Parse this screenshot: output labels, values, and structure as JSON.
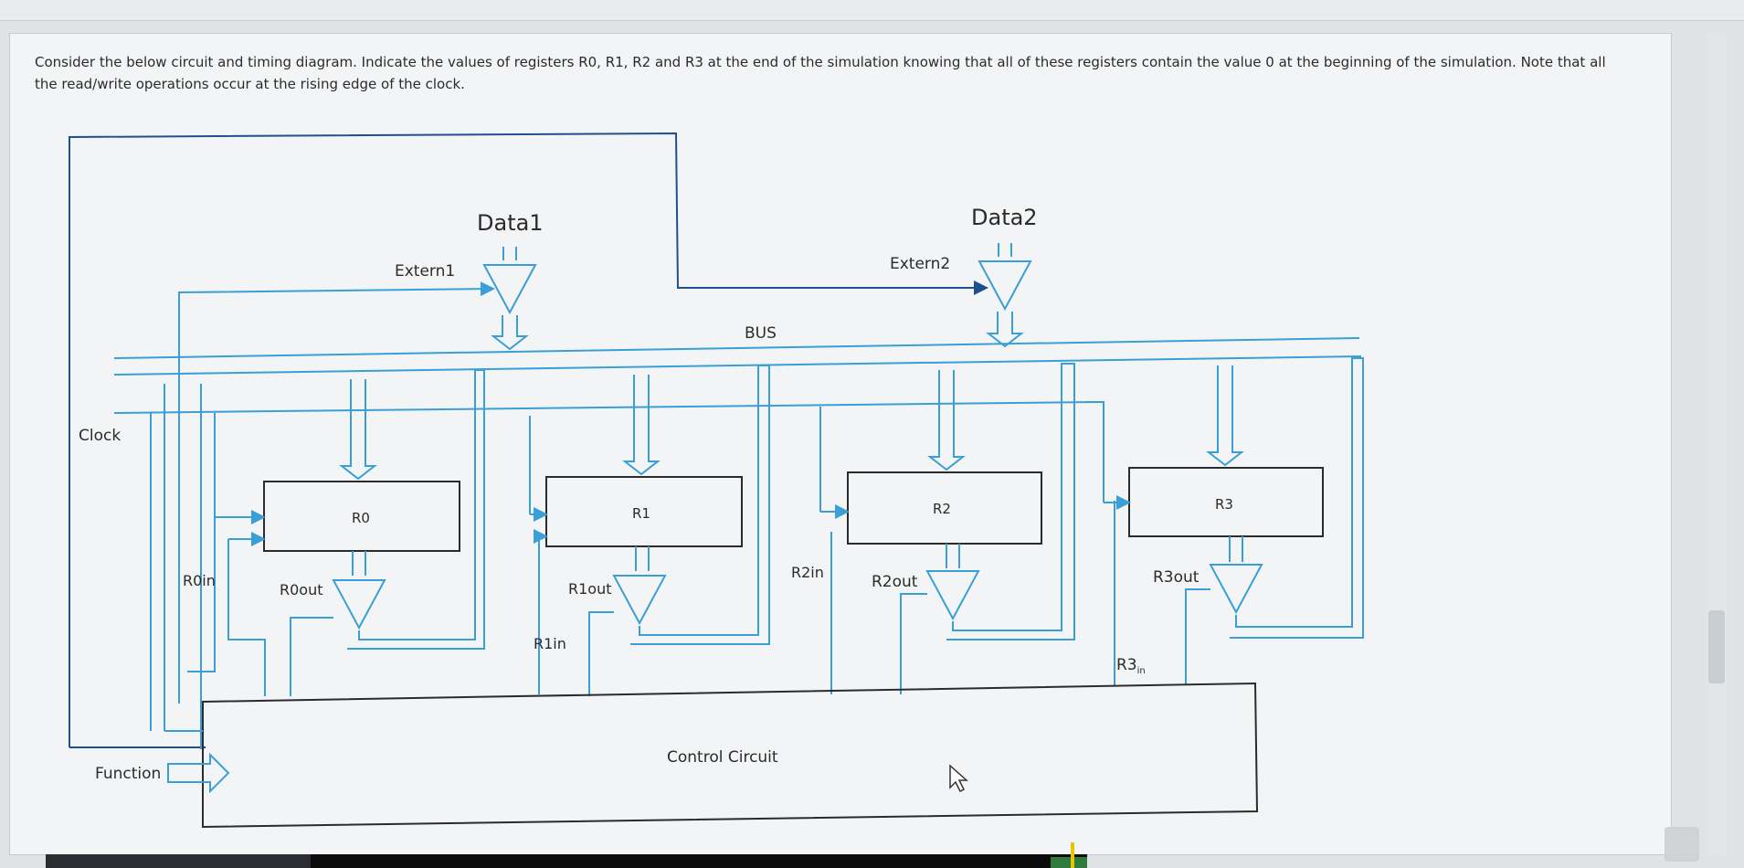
{
  "question": "Consider the below circuit and timing diagram. Indicate the values of registers R0, R1, R2 and R3 at the end of the simulation knowing that all of these registers contain the value 0 at the beginning of the simulation. Note that all the read/write operations occur at the rising edge of the clock.",
  "labels": {
    "data1": "Data1",
    "data2": "Data2",
    "extern1": "Extern1",
    "extern2": "Extern2",
    "bus": "BUS",
    "clock": "Clock",
    "function": "Function",
    "control": "Control Circuit"
  },
  "registers": [
    {
      "name": "R0",
      "in": "R0in",
      "out": "R0out"
    },
    {
      "name": "R1",
      "in": "R1in",
      "out": "R1out"
    },
    {
      "name": "R2",
      "in": "R2in",
      "out": "R2out"
    },
    {
      "name": "R3",
      "in": "R3",
      "in_sub": "in",
      "out": "R3out"
    }
  ],
  "colors": {
    "wire": "#3a9fd6",
    "wire_dark": "#1f4f8f",
    "box": "#2b2b2b"
  }
}
